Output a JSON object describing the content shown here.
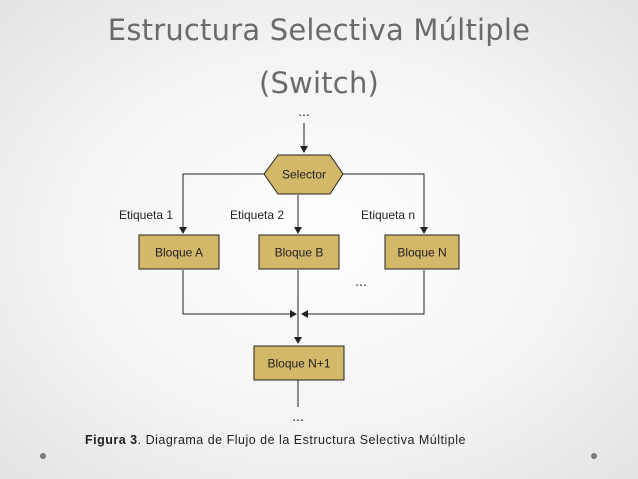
{
  "slide": {
    "title_line1": "Estructura Selectiva Múltiple",
    "title_line2": "(Switch)"
  },
  "diagram": {
    "top_ellipsis": "...",
    "selector": "Selector",
    "labels": {
      "etiqueta1": "Etiqueta 1",
      "etiqueta2": "Etiqueta 2",
      "etiquetaN": "Etiqueta n"
    },
    "blocks": {
      "a": "Bloque A",
      "b": "Bloque B",
      "n": "Bloque N",
      "next": "Bloque N+1"
    },
    "middle_ellipsis": "...",
    "bottom_ellipsis": "..."
  },
  "caption": {
    "figure": "Figura 3",
    "text": ". Diagrama de Flujo de la Estructura Selectiva Múltiple"
  },
  "colors": {
    "node_fill": "#d4b86a",
    "line": "#222222",
    "title": "#6b6b6b"
  }
}
